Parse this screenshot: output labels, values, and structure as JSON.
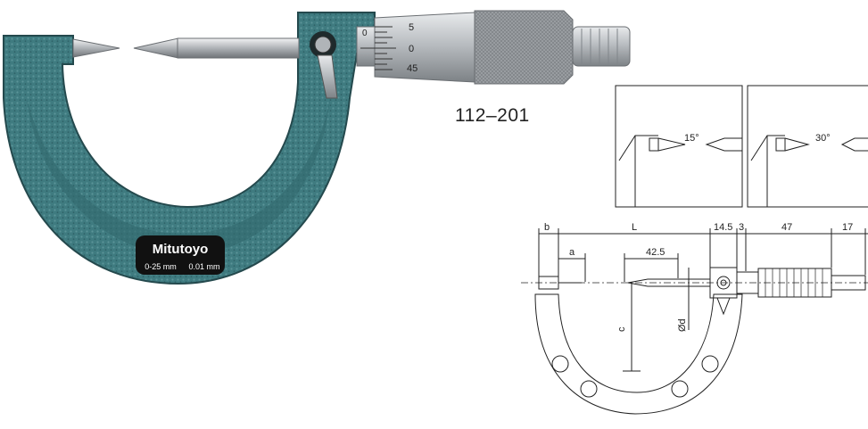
{
  "product": {
    "brand": "Mitutoyo",
    "range_label": "0-25 mm",
    "resolution_label": "0.01 mm",
    "model_number": "112–201",
    "thimble_scale": [
      "5",
      "0",
      "45"
    ],
    "sleeve_scale": [
      "0"
    ]
  },
  "tip_views": {
    "left_angle": "15°",
    "right_angle": "30°"
  },
  "dimensions": {
    "b": "b",
    "L": "L",
    "d1": "14.5",
    "d2": "3",
    "d3": "47",
    "d4": "17",
    "a": "a",
    "d5": "42.5",
    "c": "c",
    "phi_d": "Ød"
  },
  "colors": {
    "frame": "#3f7b80",
    "frame_dark": "#2b5a5f",
    "steel": "#b8bcc0",
    "steel_dark": "#8a8e92",
    "label_bg": "#111111",
    "drawing_line": "#222222"
  }
}
